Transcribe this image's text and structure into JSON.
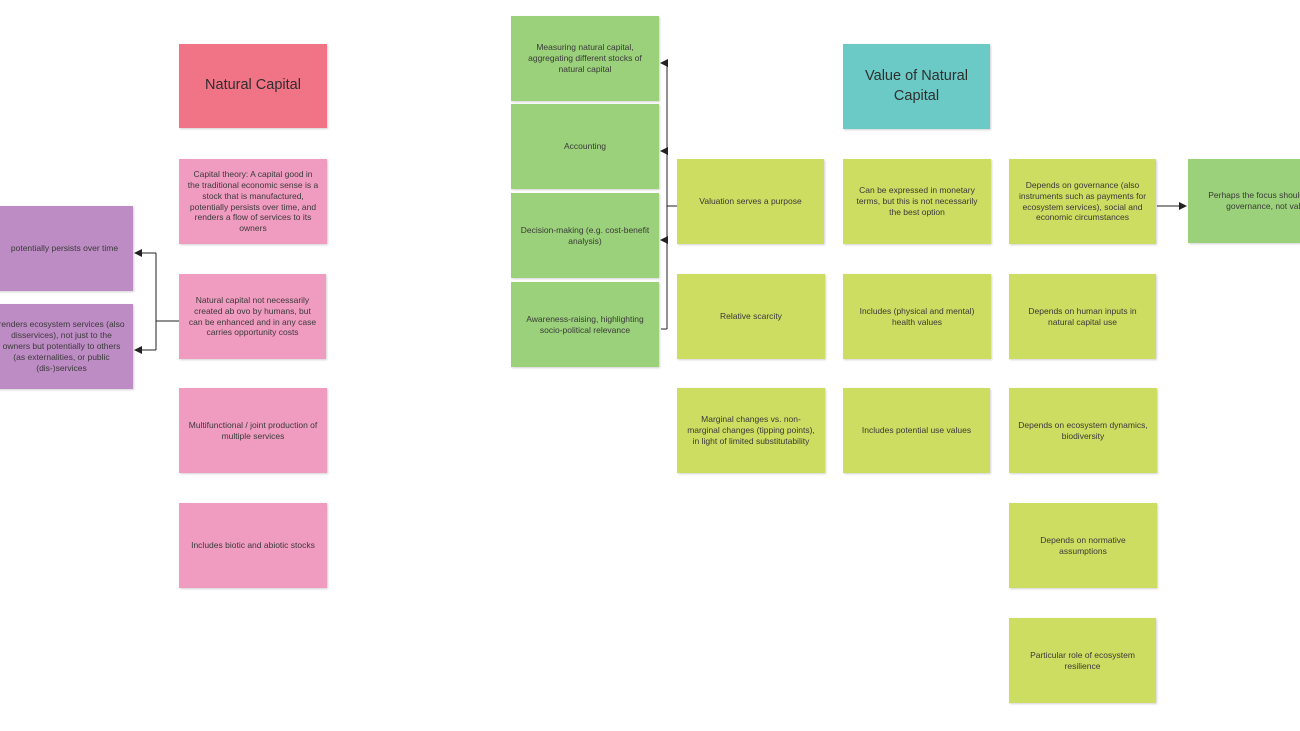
{
  "natural_capital": {
    "title": "Natural Capital",
    "capital_theory": "Capital theory: A capital good in the traditional economic sense is a stock that is manufactured, potentially persists over time, and renders a flow of services to its owners",
    "not_created": "Natural capital not necessarily created ab ovo by humans, but can be enhanced and in any case carries opportunity costs",
    "multifunctional": "Multifunctional / joint production of multiple services",
    "biotic_abiotic": "Includes biotic and abiotic stocks",
    "persists": "potentially persists over time",
    "renders": "renders ecosystem services (also disservices), not just to the owners but potentially to others (as externalities, or public (dis-)services"
  },
  "purposes": {
    "measuring": "Measuring natural capital, aggregating different stocks of natural capital",
    "accounting": "Accounting",
    "decision": "Decision-making (e.g. cost-benefit analysis)",
    "awareness": "Awareness-raising, highlighting socio-political relevance"
  },
  "valuation": {
    "purpose": "Valuation serves a purpose",
    "scarcity": "Relative scarcity",
    "marginal": "Marginal changes vs. non-marginal changes (tipping points), in light of limited substitutability"
  },
  "value": {
    "title": "Value of Natural Capital",
    "monetary": "Can be expressed in monetary terms, but this is not necessarily the best option",
    "health": "Includes (physical and mental) health values",
    "potential": "Includes potential use values"
  },
  "depends": {
    "governance": "Depends on governance (also instruments such as payments for ecosystem services), social and economic circumstances",
    "human": "Depends on human inputs in natural capital use",
    "ecosystem": "Depends on ecosystem dynamics, biodiversity",
    "normative": "Depends on normative assumptions",
    "resilience": "Particular role of ecosystem resilience"
  },
  "focus": "Perhaps the focus should be on governance, not value",
  "colors": {
    "title_pink": "#f07486",
    "note_pink": "#f09cc1",
    "note_purple": "#be8cc4",
    "note_green": "#9bd17a",
    "note_lime": "#cddd62",
    "title_teal": "#6ccac6",
    "connector": "#222222"
  }
}
